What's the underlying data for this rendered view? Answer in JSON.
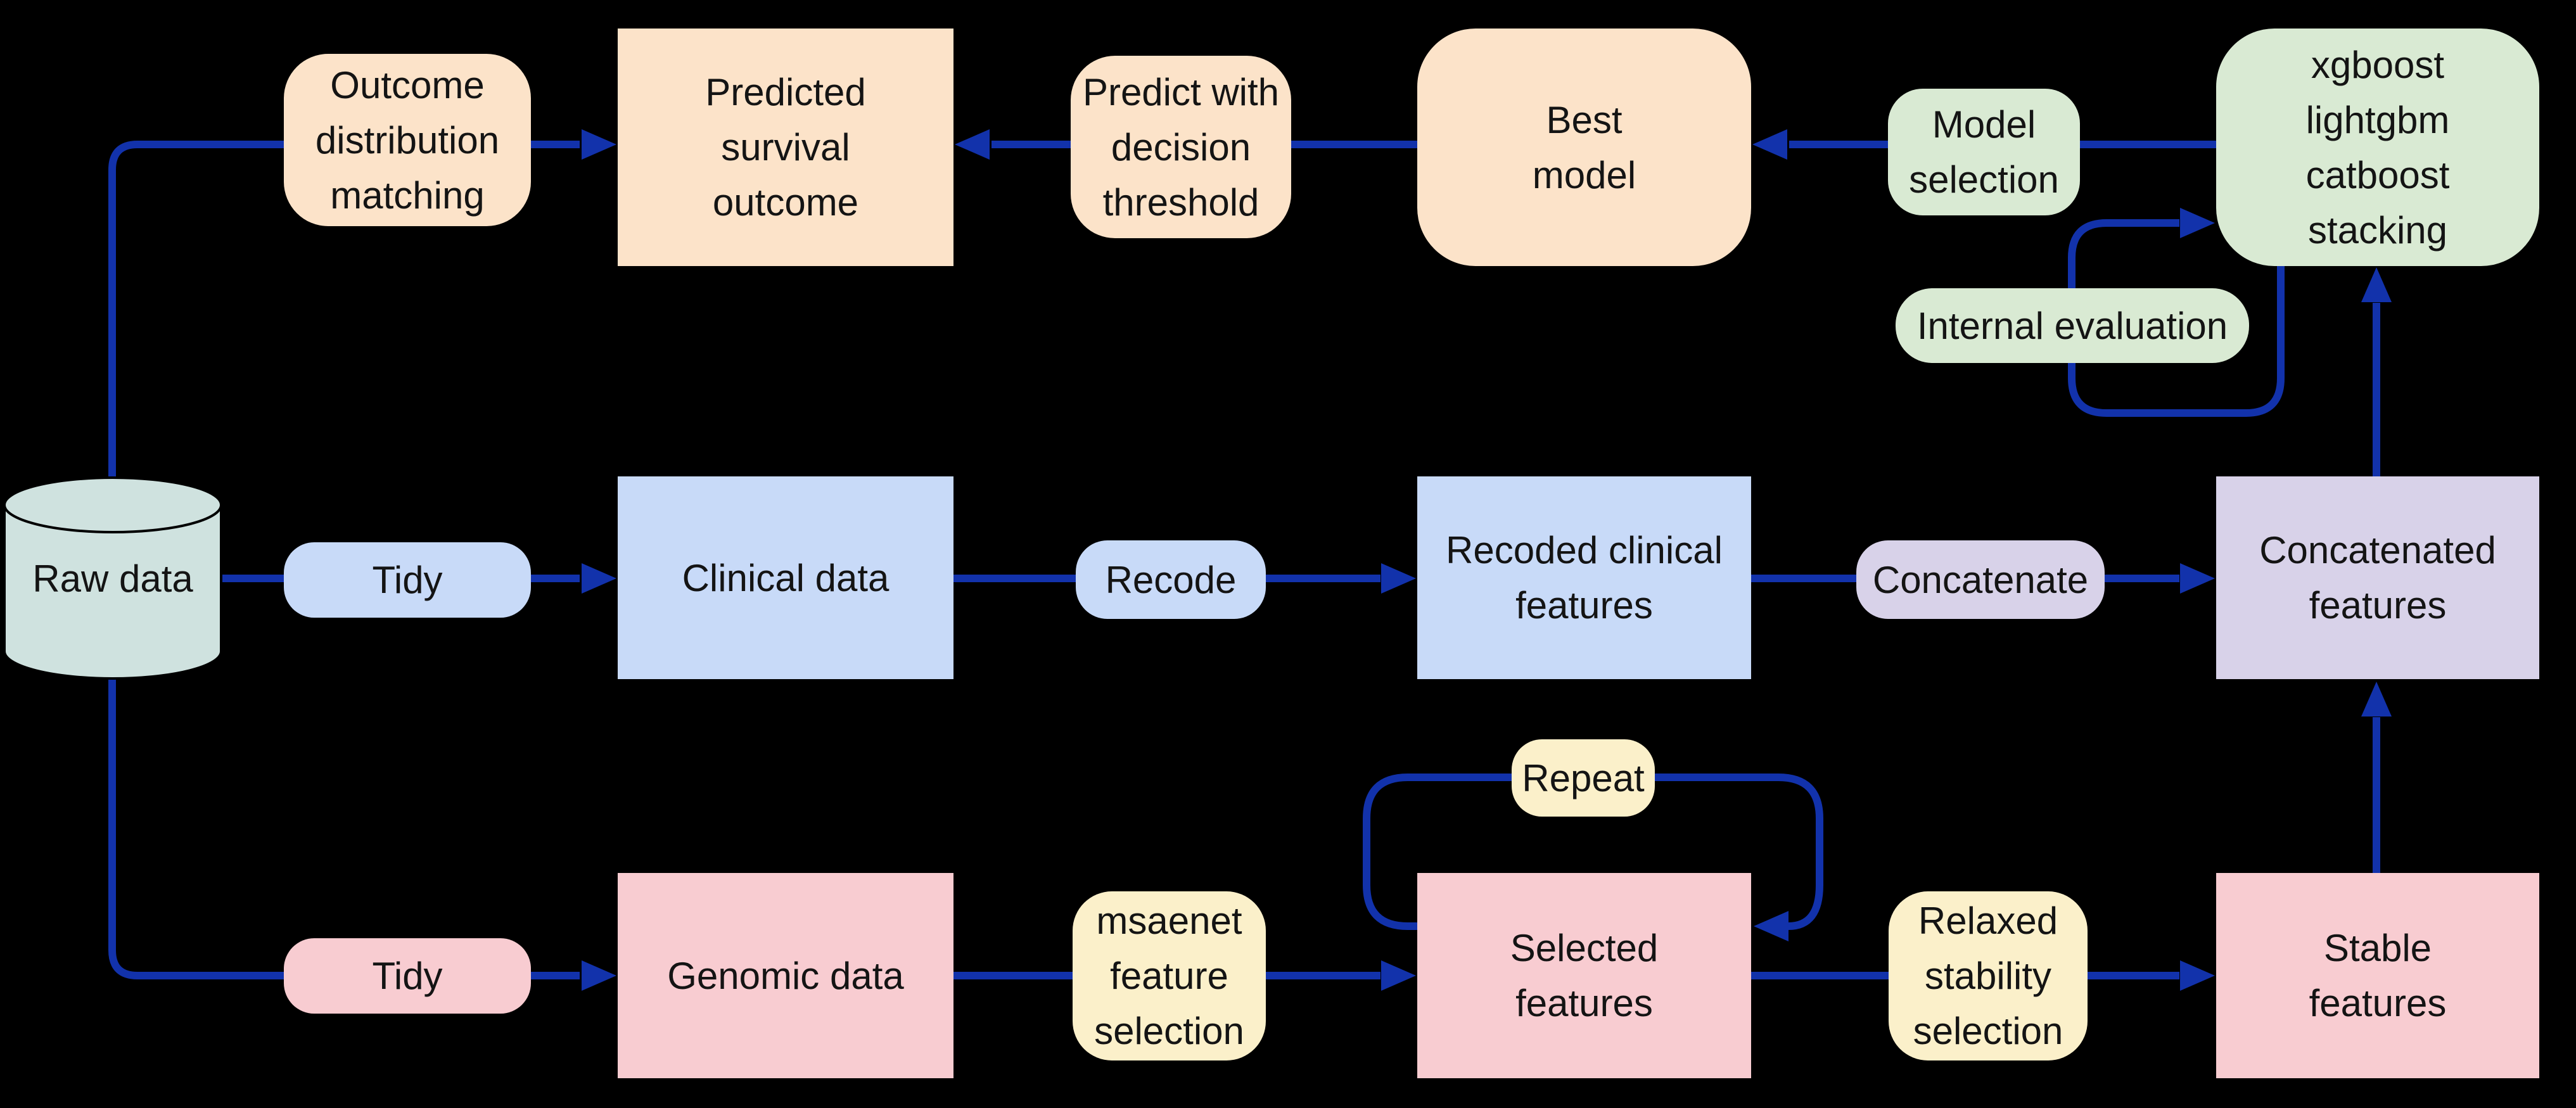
{
  "diagram": {
    "title": "Machine learning pipeline flowchart",
    "background_color": "#000000",
    "arrow_color": "#1232ab",
    "text_color": "#141414",
    "palette": {
      "peach": "#fce3c9",
      "green": "#d9ead3",
      "blue": "#c8daf8",
      "purple": "#d8d2e9",
      "pink": "#f8ccd1",
      "yellow": "#fbf0ca",
      "teal": "#cfe2df"
    }
  },
  "nodes": {
    "raw_data": {
      "label": "Raw data",
      "shape": "cylinder",
      "color": "#cfe2df"
    },
    "outcome_distribution_matching": {
      "label": "Outcome\ndistribution\nmatching",
      "shape": "pill",
      "color": "#fce3c9"
    },
    "predicted_survival_outcome": {
      "label": "Predicted\nsurvival\noutcome",
      "shape": "rect",
      "color": "#fce3c9"
    },
    "predict_with_decision_threshold": {
      "label": "Predict with\ndecision\nthreshold",
      "shape": "pill",
      "color": "#fce3c9"
    },
    "best_model": {
      "label": "Best\nmodel",
      "shape": "rounded-rect",
      "color": "#fce3c9"
    },
    "model_selection": {
      "label": "Model\nselection",
      "shape": "pill",
      "color": "#d9ead3"
    },
    "xgboost_stack": {
      "label": "xgboost\nlightgbm\ncatboost\nstacking",
      "shape": "rounded-rect",
      "color": "#d9ead3"
    },
    "internal_evaluation": {
      "label": "Internal evaluation",
      "shape": "pill",
      "color": "#d9ead3"
    },
    "tidy_clinical": {
      "label": "Tidy",
      "shape": "pill",
      "color": "#c8daf8"
    },
    "clinical_data": {
      "label": "Clinical data",
      "shape": "rect",
      "color": "#c8daf8"
    },
    "recode": {
      "label": "Recode",
      "shape": "pill",
      "color": "#c8daf8"
    },
    "recoded_clinical_features": {
      "label": "Recoded clinical\nfeatures",
      "shape": "rect",
      "color": "#c8daf8"
    },
    "concatenate": {
      "label": "Concatenate",
      "shape": "pill",
      "color": "#d8d2e9"
    },
    "concatenated_features": {
      "label": "Concatenated\nfeatures",
      "shape": "rect",
      "color": "#d8d2e9"
    },
    "tidy_genomic": {
      "label": "Tidy",
      "shape": "pill",
      "color": "#f8ccd1"
    },
    "genomic_data": {
      "label": "Genomic data",
      "shape": "rect",
      "color": "#f8ccd1"
    },
    "msaenet_feature_selection": {
      "label": "msaenet\nfeature\nselection",
      "shape": "pill",
      "color": "#fbf0ca"
    },
    "selected_features": {
      "label": "Selected\nfeatures",
      "shape": "rect",
      "color": "#f8ccd1"
    },
    "repeat": {
      "label": "Repeat",
      "shape": "pill",
      "color": "#fbf0ca"
    },
    "relaxed_stability_selection": {
      "label": "Relaxed\nstability\nselection",
      "shape": "pill",
      "color": "#fbf0ca"
    },
    "stable_features": {
      "label": "Stable\nfeatures",
      "shape": "rect",
      "color": "#f8ccd1"
    }
  },
  "edges": [
    {
      "from": "raw_data",
      "to": "predicted_survival_outcome",
      "label": "Outcome distribution matching"
    },
    {
      "from": "best_model",
      "to": "predicted_survival_outcome",
      "label": "Predict with decision threshold"
    },
    {
      "from": "xgboost_stack",
      "to": "best_model",
      "label": "Model selection"
    },
    {
      "from": "xgboost_stack",
      "to": "xgboost_stack",
      "label": "Internal evaluation"
    },
    {
      "from": "concatenated_features",
      "to": "xgboost_stack",
      "label": ""
    },
    {
      "from": "raw_data",
      "to": "clinical_data",
      "label": "Tidy"
    },
    {
      "from": "clinical_data",
      "to": "recoded_clinical_features",
      "label": "Recode"
    },
    {
      "from": "recoded_clinical_features",
      "to": "concatenated_features",
      "label": "Concatenate"
    },
    {
      "from": "raw_data",
      "to": "genomic_data",
      "label": "Tidy"
    },
    {
      "from": "genomic_data",
      "to": "selected_features",
      "label": "msaenet feature selection"
    },
    {
      "from": "selected_features",
      "to": "selected_features",
      "label": "Repeat"
    },
    {
      "from": "selected_features",
      "to": "stable_features",
      "label": "Relaxed stability selection"
    },
    {
      "from": "stable_features",
      "to": "concatenated_features",
      "label": ""
    }
  ]
}
